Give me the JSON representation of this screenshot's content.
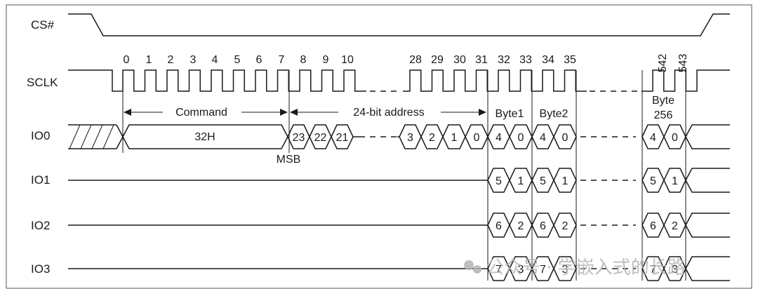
{
  "signals": {
    "cs": "CS#",
    "sclk": "SCLK",
    "io0": "IO0",
    "io1": "IO1",
    "io2": "IO2",
    "io3": "IO3"
  },
  "clock_numbers": [
    "0",
    "1",
    "2",
    "3",
    "4",
    "5",
    "6",
    "7",
    "8",
    "9",
    "10",
    "28",
    "29",
    "30",
    "31",
    "32",
    "33",
    "34",
    "35",
    "542",
    "543"
  ],
  "labels": {
    "command": "Command",
    "address": "24-bit address",
    "byte1": "Byte1",
    "byte2": "Byte2",
    "byte256_line1": "Byte",
    "byte256_line2": "256",
    "msb": "MSB",
    "opcode": "32H"
  },
  "io0_address_bits": [
    "23",
    "22",
    "21",
    "3",
    "2",
    "1",
    "0"
  ],
  "io0_data": [
    "4",
    "0",
    "4",
    "0",
    "4",
    "0"
  ],
  "io1_data": [
    "5",
    "1",
    "5",
    "1",
    "5",
    "1"
  ],
  "io2_data": [
    "6",
    "2",
    "6",
    "2",
    "6",
    "2"
  ],
  "io3_data": [
    "7",
    "3",
    "7",
    "3",
    "7",
    "3"
  ],
  "watermark": "公众号 · 学嵌入式的长路"
}
